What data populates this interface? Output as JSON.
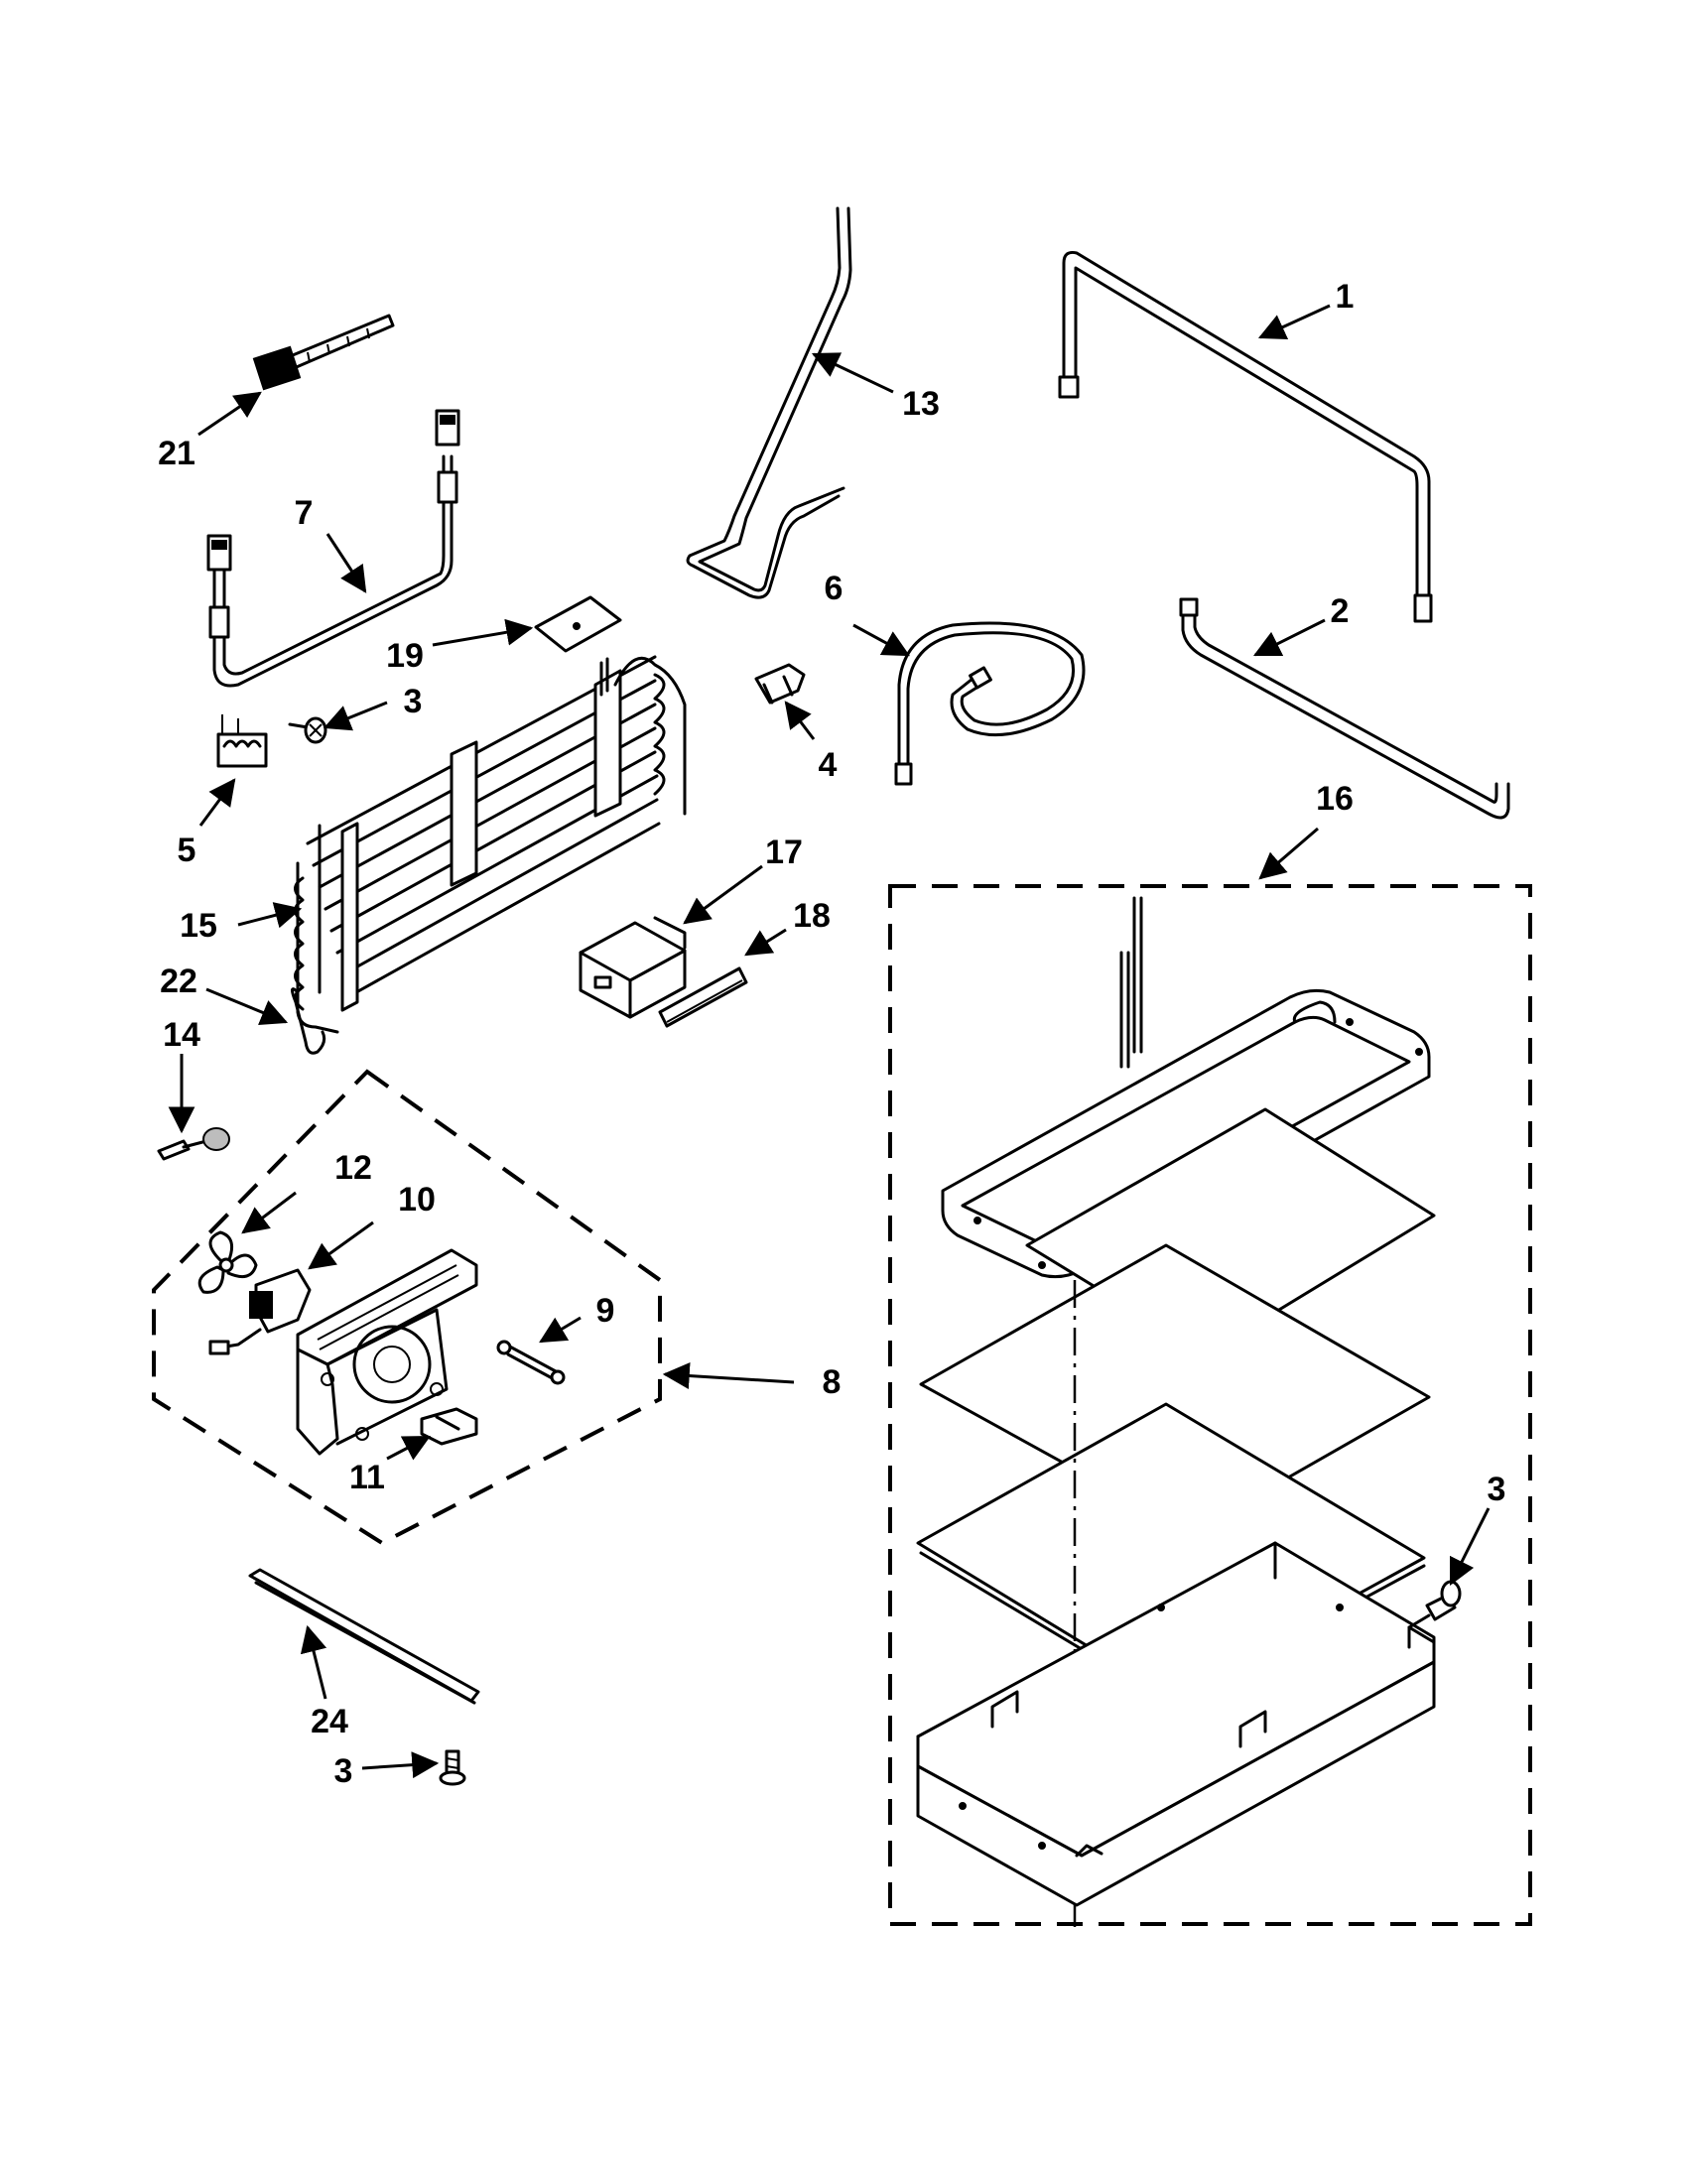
{
  "callouts": {
    "c1": "1",
    "c2": "2",
    "c3a": "3",
    "c4": "4",
    "c5": "5",
    "c6": "6",
    "c7": "7",
    "c8": "8",
    "c9": "9",
    "c10": "10",
    "c11": "11",
    "c12": "12",
    "c13": "13",
    "c14": "14",
    "c15": "15",
    "c16": "16",
    "c17": "17",
    "c18": "18",
    "c19": "19",
    "c21": "21",
    "c22": "22",
    "c24": "24",
    "c3b": "3",
    "c3c": "3"
  }
}
